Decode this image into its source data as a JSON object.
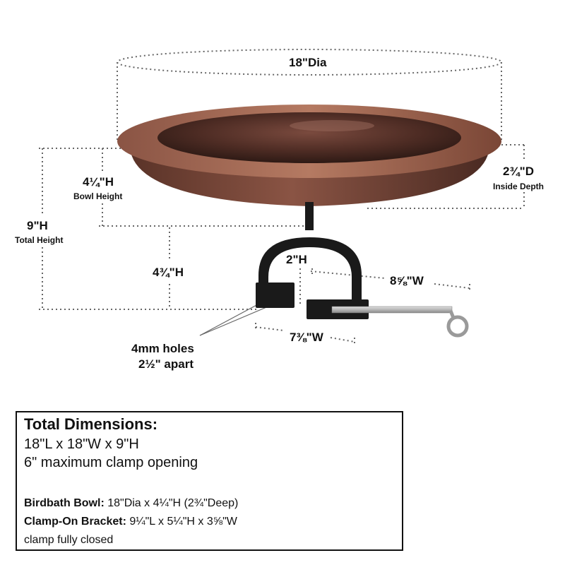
{
  "dimensions": {
    "diameter": "18\"Dia",
    "inside_depth_value": "2¾\"D",
    "inside_depth_label": "Inside Depth",
    "bowl_height_value": "4¼\"H",
    "bowl_height_label": "Bowl Height",
    "total_height_value": "9\"H",
    "total_height_label": "Total Height",
    "bracket_height": "4¾\"H",
    "bracket_top": "2\"H",
    "bracket_width": "8⅝\"W",
    "bracket_base_width": "7⅜\"W",
    "holes_line1": "4mm holes",
    "holes_line2": "2½\" apart"
  },
  "summary": {
    "title": "Total Dimensions:",
    "line1": "18\"L x 18\"W x 9\"H",
    "line2": "6\" maximum clamp opening",
    "bowl_label": "Birdbath Bowl:",
    "bowl_value": " 18\"Dia x 4¼\"H (2¾\"Deep)",
    "bracket_label": "Clamp-On Bracket:",
    "bracket_value": " 9¼\"L  x 5¼\"H x 3⅝\"W",
    "note": "clamp fully closed"
  },
  "colors": {
    "copper_dark": "#4a2a22",
    "copper_mid": "#7a4636",
    "copper_light": "#a86a55",
    "bracket": "#1a1a1a",
    "rod": "#b8b8b8",
    "dim_line": "#666666"
  }
}
